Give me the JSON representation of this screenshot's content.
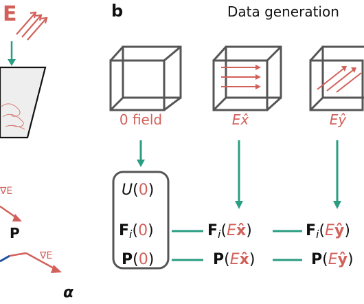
{
  "panel_b": {
    "letter": "b",
    "title": "Data generation",
    "cube_labels": [
      "0 field",
      "Ex̂",
      "Eŷ"
    ],
    "left_box": {
      "u": "U(0)",
      "f": "F",
      "f_sub": "i",
      "f_arg": "(0)",
      "p": "P(0)"
    },
    "row_f": {
      "x_prefix": "F",
      "x_sub": "i",
      "x_arg": "(Ex̂)",
      "y_prefix": "F",
      "y_sub": "i",
      "y_arg": "(Eŷ)"
    },
    "row_p": {
      "x_prefix": "P",
      "x_arg": "(Ex̂)",
      "y_prefix": "P",
      "y_arg": "(Eŷ)"
    }
  },
  "panel_a_partial": {
    "field_letter": "E",
    "p_label": "P",
    "alpha_label": "α",
    "grad_label_1": "∇E",
    "grad_label_2": "∇E"
  },
  "colors": {
    "red": "#d2605a",
    "teal": "#2a9d82",
    "gray": "#555555",
    "black": "#111111",
    "blue": "#1f4fa0"
  }
}
